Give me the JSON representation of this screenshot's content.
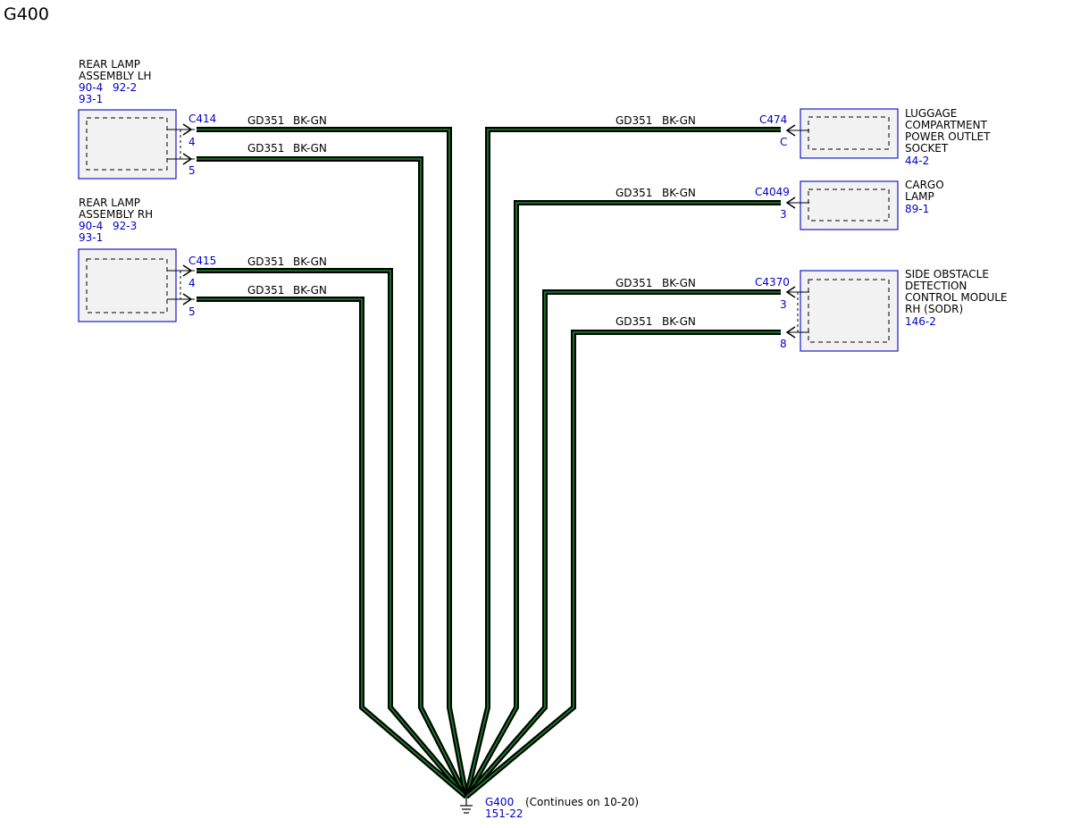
{
  "page_title": "G400",
  "ground": {
    "id": "G400",
    "ref": "151-22",
    "note": "(Continues on 10-20)"
  },
  "colors": {
    "wire_core": "#1a8a2a",
    "wire_sheath": "#000000",
    "ref_text": "#0000cc",
    "component_border": "#1a1acc",
    "component_fill": "#f2f2f2"
  },
  "components": {
    "rear_lamp_lh": {
      "name_lines": [
        "REAR LAMP",
        "ASSEMBLY LH"
      ],
      "refs_line1": [
        "90-4",
        "92-2"
      ],
      "refs_line2": "93-1",
      "connector": "C414",
      "pins": [
        "4",
        "5"
      ]
    },
    "rear_lamp_rh": {
      "name_lines": [
        "REAR LAMP",
        "ASSEMBLY RH"
      ],
      "refs_line1": [
        "90-4",
        "92-3"
      ],
      "refs_line2": "93-1",
      "connector": "C415",
      "pins": [
        "4",
        "5"
      ]
    },
    "luggage_outlet": {
      "name_lines": [
        "LUGGAGE",
        "COMPARTMENT",
        "POWER OUTLET",
        "SOCKET"
      ],
      "ref": "44-2",
      "connector": "C474",
      "pins": [
        "C"
      ]
    },
    "cargo_lamp": {
      "name_lines": [
        "CARGO",
        "LAMP"
      ],
      "ref": "89-1",
      "connector": "C4049",
      "pins": [
        "3"
      ]
    },
    "sodr": {
      "name_lines": [
        "SIDE OBSTACLE",
        "DETECTION",
        "CONTROL MODULE",
        "RH (SODR)"
      ],
      "ref": "146-2",
      "connector": "C4370",
      "pins": [
        "3",
        "8"
      ]
    }
  },
  "wires": [
    {
      "circuit": "GD351",
      "color": "BK-GN"
    },
    {
      "circuit": "GD351",
      "color": "BK-GN"
    },
    {
      "circuit": "GD351",
      "color": "BK-GN"
    },
    {
      "circuit": "GD351",
      "color": "BK-GN"
    },
    {
      "circuit": "GD351",
      "color": "BK-GN"
    },
    {
      "circuit": "GD351",
      "color": "BK-GN"
    },
    {
      "circuit": "GD351",
      "color": "BK-GN"
    },
    {
      "circuit": "GD351",
      "color": "BK-GN"
    }
  ]
}
